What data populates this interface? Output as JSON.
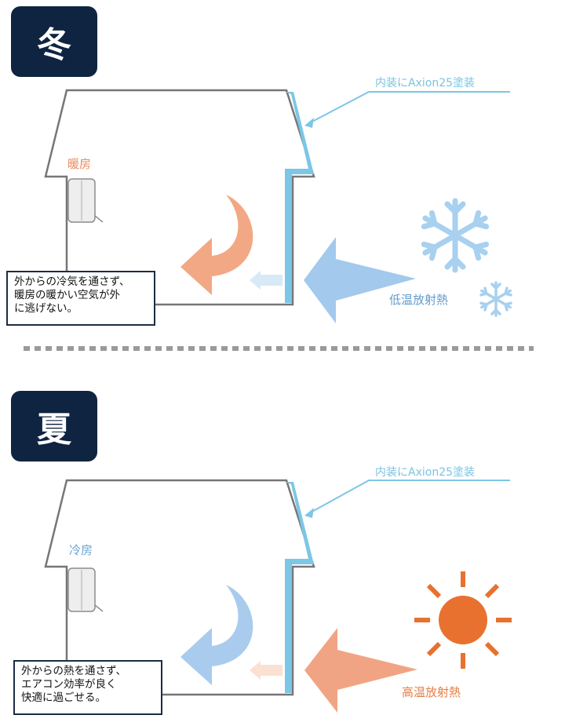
{
  "winter": {
    "badge": "冬",
    "coating_label": "内装にAxion25塗装",
    "room_label": "暖房",
    "radiation_label": "低温放射熱",
    "note": "外からの冷気を通さず、\n暖房の暖かい空気が外\nに逃げない。",
    "flow_color": "#f2a884",
    "radiation_color": "#a3c9ec",
    "leak_color": "#d8e9f7",
    "icon": "snowflake-icon"
  },
  "summer": {
    "badge": "夏",
    "coating_label": "内装にAxion25塗装",
    "room_label": "冷房",
    "radiation_label": "高温放射熱",
    "note": "外からの熱を通さず、\nエアコン効率が良く\n快適に過ごせる。",
    "flow_color": "#a9cbee",
    "radiation_color": "#f1a483",
    "leak_color": "#fbe1d3",
    "icon": "sun-icon"
  },
  "colors": {
    "badge_bg": "#0f2441",
    "coating": "#7cc6e6",
    "house_outline": "#767676",
    "sun": "#e8712f"
  }
}
